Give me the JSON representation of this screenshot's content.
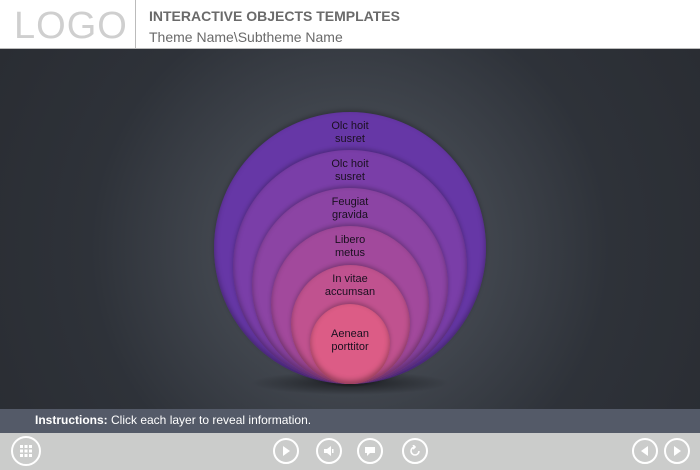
{
  "header": {
    "logo": "LOGO",
    "title": "INTERACTIVE OBJECTS TEMPLATES",
    "subtitle": "Theme Name\\Subtheme Name"
  },
  "layers": [
    {
      "label1": "Olc hoit",
      "label2": "susret",
      "color": "#6637a6"
    },
    {
      "label1": "Olc hoit",
      "label2": "susret",
      "color": "#7a3ea8"
    },
    {
      "label1": "Feugiat",
      "label2": "gravida",
      "color": "#8c44a4"
    },
    {
      "label1": "Libero",
      "label2": "metus",
      "color": "#a2499c"
    },
    {
      "label1": "In vitae",
      "label2": "accumsan",
      "color": "#c0528f"
    },
    {
      "label1": "Aenean",
      "label2": "porttitor",
      "color": "#dc5c86"
    }
  ],
  "instructions": {
    "label": "Instructions:",
    "text": " Click each layer to reveal information."
  },
  "controls": {
    "menu": "grid-icon",
    "play": "play-icon",
    "audio": "speaker-icon",
    "captions": "caption-icon",
    "replay": "replay-icon",
    "prev": "prev-icon",
    "next": "next-icon"
  }
}
